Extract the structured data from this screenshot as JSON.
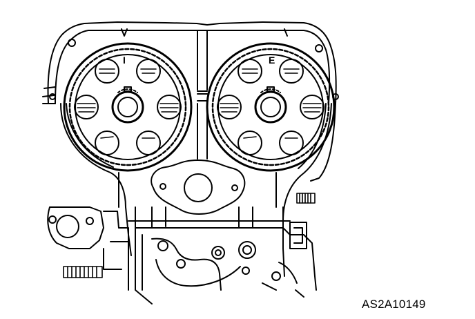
{
  "diagram": {
    "intake_label": "I",
    "exhaust_label": "E",
    "reference_code": "AS2A10149",
    "line_color": "#000000",
    "background_color": "#ffffff"
  }
}
